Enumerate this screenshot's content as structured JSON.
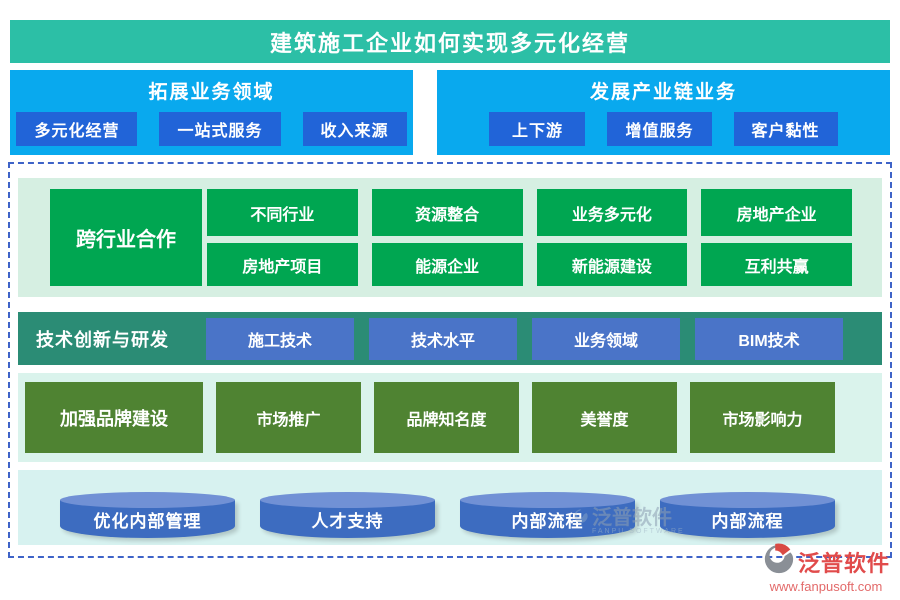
{
  "title": "建筑施工企业如何实现多元化经营",
  "expand_business": {
    "header": "拓展业务领域",
    "buttons": [
      "多元化经营",
      "一站式服务",
      "收入来源"
    ]
  },
  "industry_chain": {
    "header": "发展产业链业务",
    "buttons": [
      "上下游",
      "增值服务",
      "客户黏性"
    ]
  },
  "cross_industry": {
    "label": "跨行业合作",
    "row1": [
      "不同行业",
      "资源整合",
      "业务多元化",
      "房地产企业"
    ],
    "row2": [
      "房地产项目",
      "能源企业",
      "新能源建设",
      "互利共赢"
    ]
  },
  "tech_innovation": {
    "label": "技术创新与研发",
    "buttons": [
      "施工技术",
      "技术水平",
      "业务领域",
      "BIM技术"
    ]
  },
  "brand_building": {
    "label": "加强品牌建设",
    "items": [
      "市场推广",
      "品牌知名度",
      "美誉度",
      "市场影响力"
    ]
  },
  "internal_management": {
    "cylinders": [
      "优化内部管理",
      "人才支持",
      "内部流程",
      "内部流程"
    ]
  },
  "watermark": {
    "text": "泛普软件",
    "subtext": "FANPU SOFTWARE"
  },
  "logo": {
    "name": "泛普软件",
    "url": "www.fanpusoft.com"
  },
  "colors": {
    "title_bg": "#2CBFA6",
    "panel_blue": "#09A9EE",
    "button_blue_dark": "#2164D8",
    "green": "#00A651",
    "mint_bg": "#D6EFE2",
    "teal_bar": "#2B8C75",
    "button_blue": "#4A74C8",
    "olive": "#4F8332",
    "cyan_bg": "#D7F2F0",
    "cylinder_blue": "#3D6CC0",
    "dashed_border": "#3E63C8",
    "logo_red": "#E14B4B"
  }
}
